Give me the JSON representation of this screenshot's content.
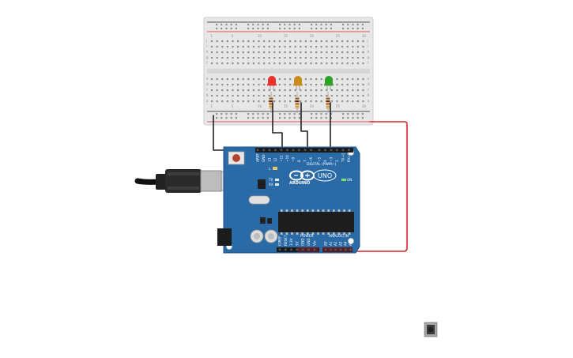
{
  "board": {
    "brand": "ARDUINO",
    "model": "UNO",
    "section_digital": "DIGITAL (PWM~)",
    "section_power": "POWER",
    "section_analog": "ANALOG IN",
    "reset_label": "RESET",
    "on_label": "ON",
    "led_l": "L",
    "led_tx": "TX",
    "led_rx": "RX",
    "icsp_label": "ICSP",
    "digital_pins": [
      "AREF",
      "GND",
      "13",
      "12",
      "~11",
      "~10",
      "~9",
      "8",
      "7",
      "~6",
      "~5",
      "4",
      "~3",
      "2",
      "TX→1",
      "RX←0"
    ],
    "power_pins": [
      "IOREF",
      "RESET",
      "3.3V",
      "5V",
      "GND",
      "GND",
      "Vin"
    ],
    "analog_pins": [
      "A0",
      "A1",
      "A2",
      "A3",
      "A4",
      "A5"
    ]
  },
  "breadboard": {
    "col_numbers": [
      "1",
      "5",
      "10",
      "15",
      "20",
      "25",
      "30"
    ],
    "row_letters_top": [
      "j",
      "i",
      "h",
      "g",
      "f"
    ],
    "row_letters_bottom": [
      "e",
      "d",
      "c",
      "b",
      "a"
    ]
  },
  "leds": [
    {
      "name": "red",
      "color": "#e8312a"
    },
    {
      "name": "yellow",
      "color": "#c98b1c"
    },
    {
      "name": "green",
      "color": "#2ea12a"
    }
  ],
  "colors": {
    "board_blue": "#2a6aa7",
    "wire_black": "#222222",
    "wire_red": "#d8222a",
    "breadboard_bg": "#e6e6e6"
  }
}
